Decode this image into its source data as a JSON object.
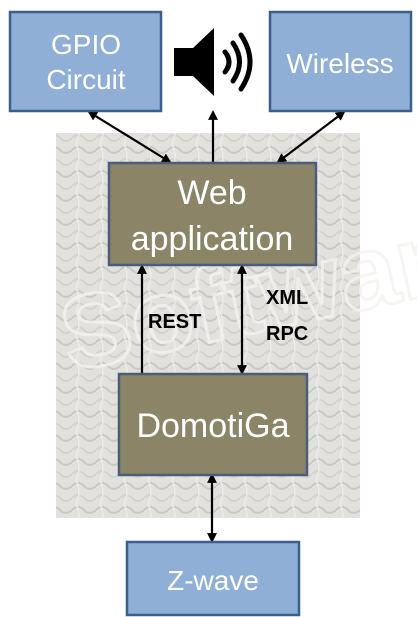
{
  "diagram": {
    "nodes": {
      "gpio": {
        "line1": "GPIO",
        "line2": "Circuit"
      },
      "speaker": {
        "icon": "speaker-icon"
      },
      "wireless": {
        "label": "Wireless"
      },
      "web_app": {
        "line1": "Web",
        "line2": "application"
      },
      "domotiga": {
        "label": "DomotiGa"
      },
      "zwave": {
        "label": "Z-wave"
      }
    },
    "edges": {
      "rest": {
        "label": "REST"
      },
      "xml_rpc": {
        "line1": "XML",
        "line2": "RPC"
      }
    },
    "background": {
      "watermark": "Software"
    },
    "colors": {
      "blue_box_fill": "#8fafd6",
      "blue_box_stroke": "#3b5f8c",
      "tan_box_fill": "#8b8466",
      "tan_box_stroke": "#4a5d7a",
      "arrow": "#000000"
    }
  }
}
